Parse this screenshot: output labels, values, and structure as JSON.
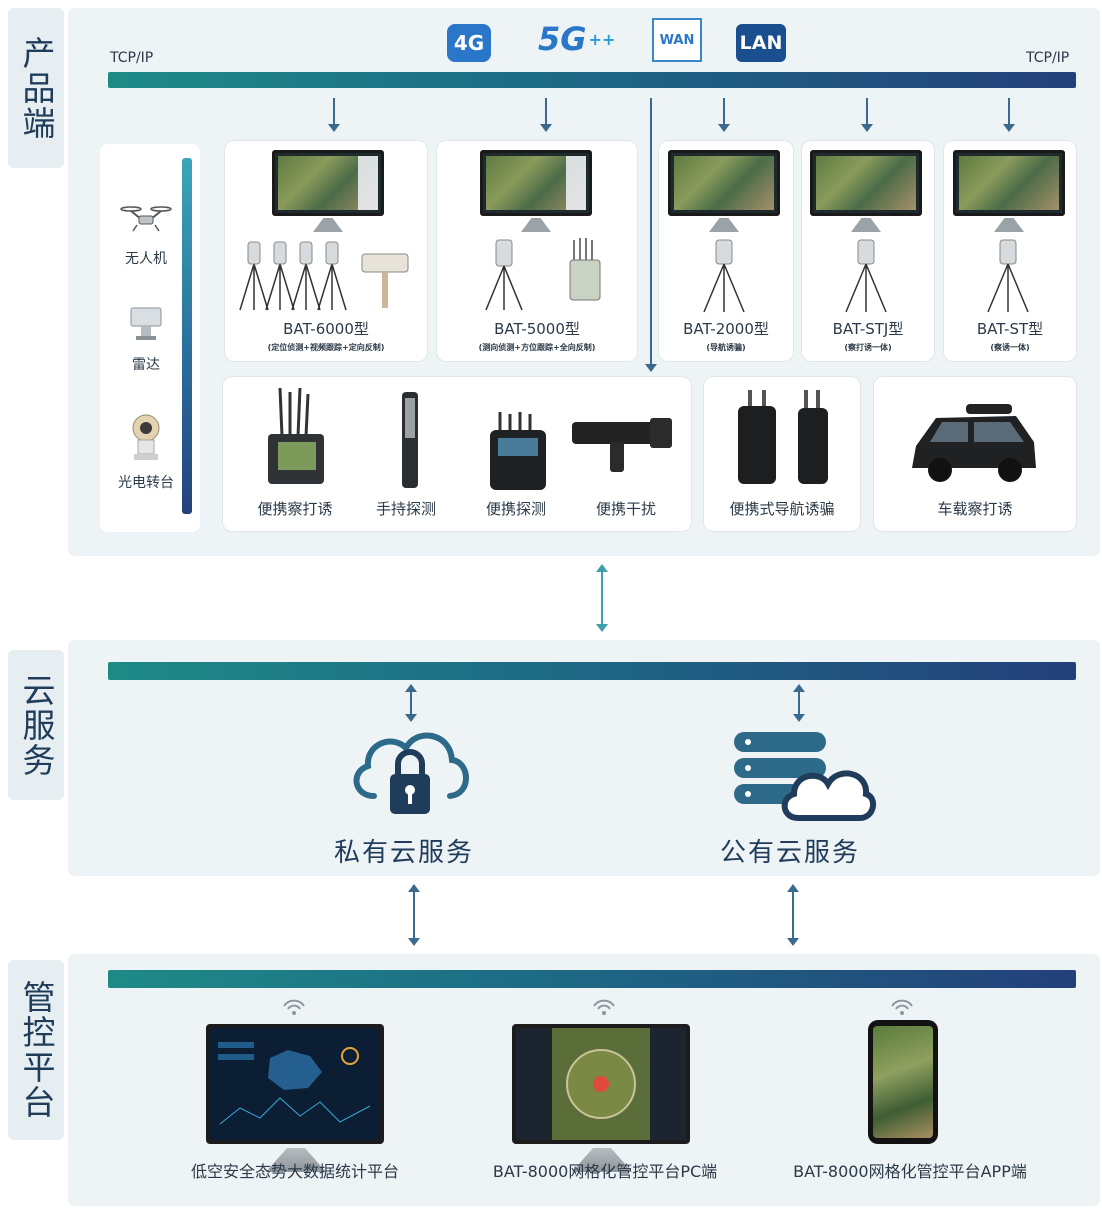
{
  "sections": {
    "product": "产品端",
    "cloud": "云服务",
    "control": "管控平台"
  },
  "protocols": {
    "left": "TCP/IP",
    "right": "TCP/IP",
    "badges": [
      "4G",
      "5G",
      "WAN",
      "LAN"
    ]
  },
  "devices": [
    {
      "label": "无人机",
      "icon": "drone-icon"
    },
    {
      "label": "雷达",
      "icon": "radar-icon"
    },
    {
      "label": "光电转台",
      "icon": "camera-turret-icon"
    }
  ],
  "products": [
    {
      "model": "BAT-6000型",
      "desc": "(定位侦测+视频跟踪+定向反制)"
    },
    {
      "model": "BAT-5000型",
      "desc": "(测向侦测+方位跟踪+全向反制)"
    },
    {
      "model": "BAT-2000型",
      "desc": "(导航诱骗)"
    },
    {
      "model": "BAT-STJ型",
      "desc": "(察打诱一体)"
    },
    {
      "model": "BAT-ST型",
      "desc": "(察诱一体)"
    }
  ],
  "portable": [
    "便携察打诱",
    "手持探测",
    "便携探测",
    "便携干扰"
  ],
  "navigation": "便携式导航诱骗",
  "vehicle": "车载察打诱",
  "cloud_services": {
    "private": "私有云服务",
    "public": "公有云服务"
  },
  "platforms": [
    "低空安全态势大数据统计平台",
    "BAT-8000网格化管控平台PC端",
    "BAT-8000网格化管控平台APP端"
  ],
  "colors": {
    "bus_start": "#1e8a86",
    "bus_end": "#24407a",
    "badge_blue": "#2a76c8"
  }
}
